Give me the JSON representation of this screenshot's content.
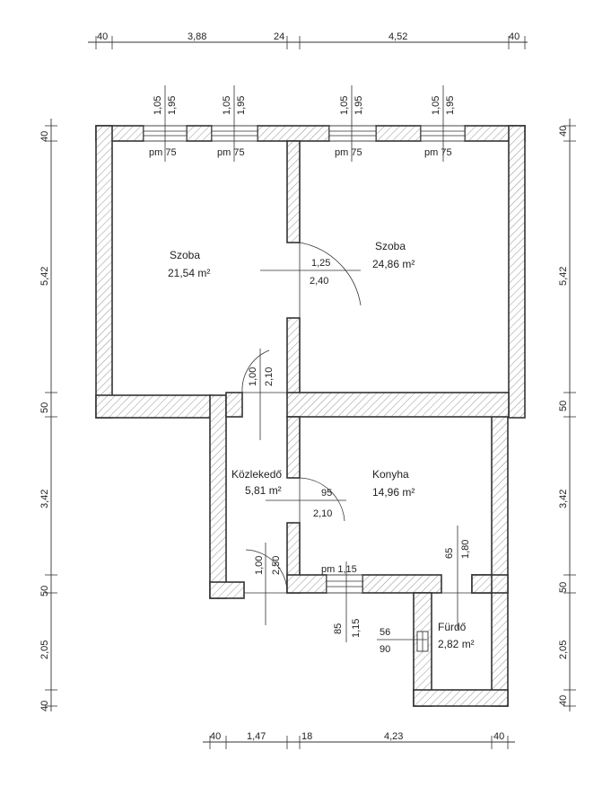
{
  "rooms": [
    {
      "name": "Szoba",
      "area": "21,54 m²"
    },
    {
      "name": "Szoba",
      "area": "24,86 m²"
    },
    {
      "name": "Közlekedő",
      "area": "5,81 m²"
    },
    {
      "name": "Konyha",
      "area": "14,96 m²"
    },
    {
      "name": "Fürdő",
      "area": "2,82 m²"
    }
  ],
  "dims_top": [
    "40",
    "3,88",
    "24",
    "4,52",
    "40"
  ],
  "dims_bottom": [
    "40",
    "1,47",
    "18",
    "4,23",
    "40"
  ],
  "dims_left": [
    "40",
    "5,42",
    "50",
    "3,42",
    "50",
    "2,05",
    "40"
  ],
  "dims_right": [
    "40",
    "5,42",
    "50",
    "3,42",
    "50",
    "2,05",
    "40"
  ],
  "windows": [
    {
      "sill": "1,05",
      "head": "1,95",
      "label": "pm 75"
    },
    {
      "sill": "1,05",
      "head": "1,95",
      "label": "pm 75"
    },
    {
      "sill": "1,05",
      "head": "1,95",
      "label": "pm 75"
    },
    {
      "sill": "1,05",
      "head": "1,95",
      "label": "pm 75"
    }
  ],
  "doors": {
    "rooms_between": {
      "w": "1,25",
      "h": "2,40"
    },
    "hall_top": {
      "w": "1,00",
      "h": "2,10"
    },
    "kitchen": {
      "w": "95",
      "h": "2,10"
    },
    "entrance": {
      "w": "1,00",
      "h": "2,50"
    },
    "bath": {
      "w": "65",
      "h": "1,80"
    },
    "bath_window": {
      "label": "pm 1,15",
      "sill": "85",
      "head": "1,15"
    },
    "bath_vent": {
      "w": "56",
      "h": "90"
    }
  }
}
